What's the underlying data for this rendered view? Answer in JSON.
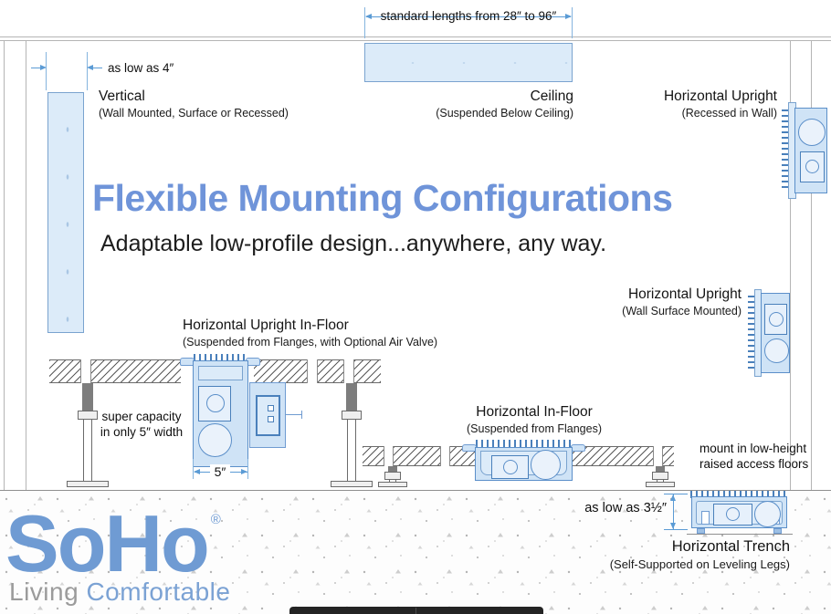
{
  "headline": {
    "title": "Flexible Mounting Configurations",
    "subtitle": "Adaptable low-profile design...anywhere, any way."
  },
  "dimensions": {
    "top_length": "standard lengths from 28″ to 96″",
    "left_depth": "as low as 4″",
    "width_5": "5″",
    "trench_height": "as low as 3½″"
  },
  "configurations": {
    "vertical": {
      "title": "Vertical",
      "subtitle": "(Wall Mounted, Surface or Recessed)"
    },
    "ceiling": {
      "title": "Ceiling",
      "subtitle": "(Suspended Below Ceiling)"
    },
    "horizontal_upright_recessed": {
      "title": "Horizontal Upright",
      "subtitle": "(Recessed in Wall)"
    },
    "horizontal_upright_surface": {
      "title": "Horizontal Upright",
      "subtitle": "(Wall Surface Mounted)"
    },
    "horizontal_upright_infloor": {
      "title": "Horizontal Upright In-Floor",
      "subtitle": "(Suspended from Flanges, with Optional Air Valve)"
    },
    "horizontal_infloor": {
      "title": "Horizontal In-Floor",
      "subtitle": "(Suspended from Flanges)"
    },
    "horizontal_trench": {
      "title": "Horizontal Trench",
      "subtitle": "(Self-Supported on Leveling Legs)"
    }
  },
  "notes": {
    "super_capacity_line1": "super capacity",
    "super_capacity_line2": "in only 5″ width",
    "raised_floor_line1": "mount in low-height",
    "raised_floor_line2": "raised access floors"
  },
  "logo": {
    "name": "SoHo",
    "registered": "®",
    "tagline_gray": "Living",
    "tagline_blue": "Comfortable"
  },
  "colors": {
    "accent_blue": "#6f94d9",
    "unit_fill": "#cfe3f6",
    "unit_border": "#5b8fc9",
    "dimension_blue": "#5b9bd5",
    "logo_blue": "#6f9bd3",
    "tagline_gray": "#9b9b9b"
  }
}
